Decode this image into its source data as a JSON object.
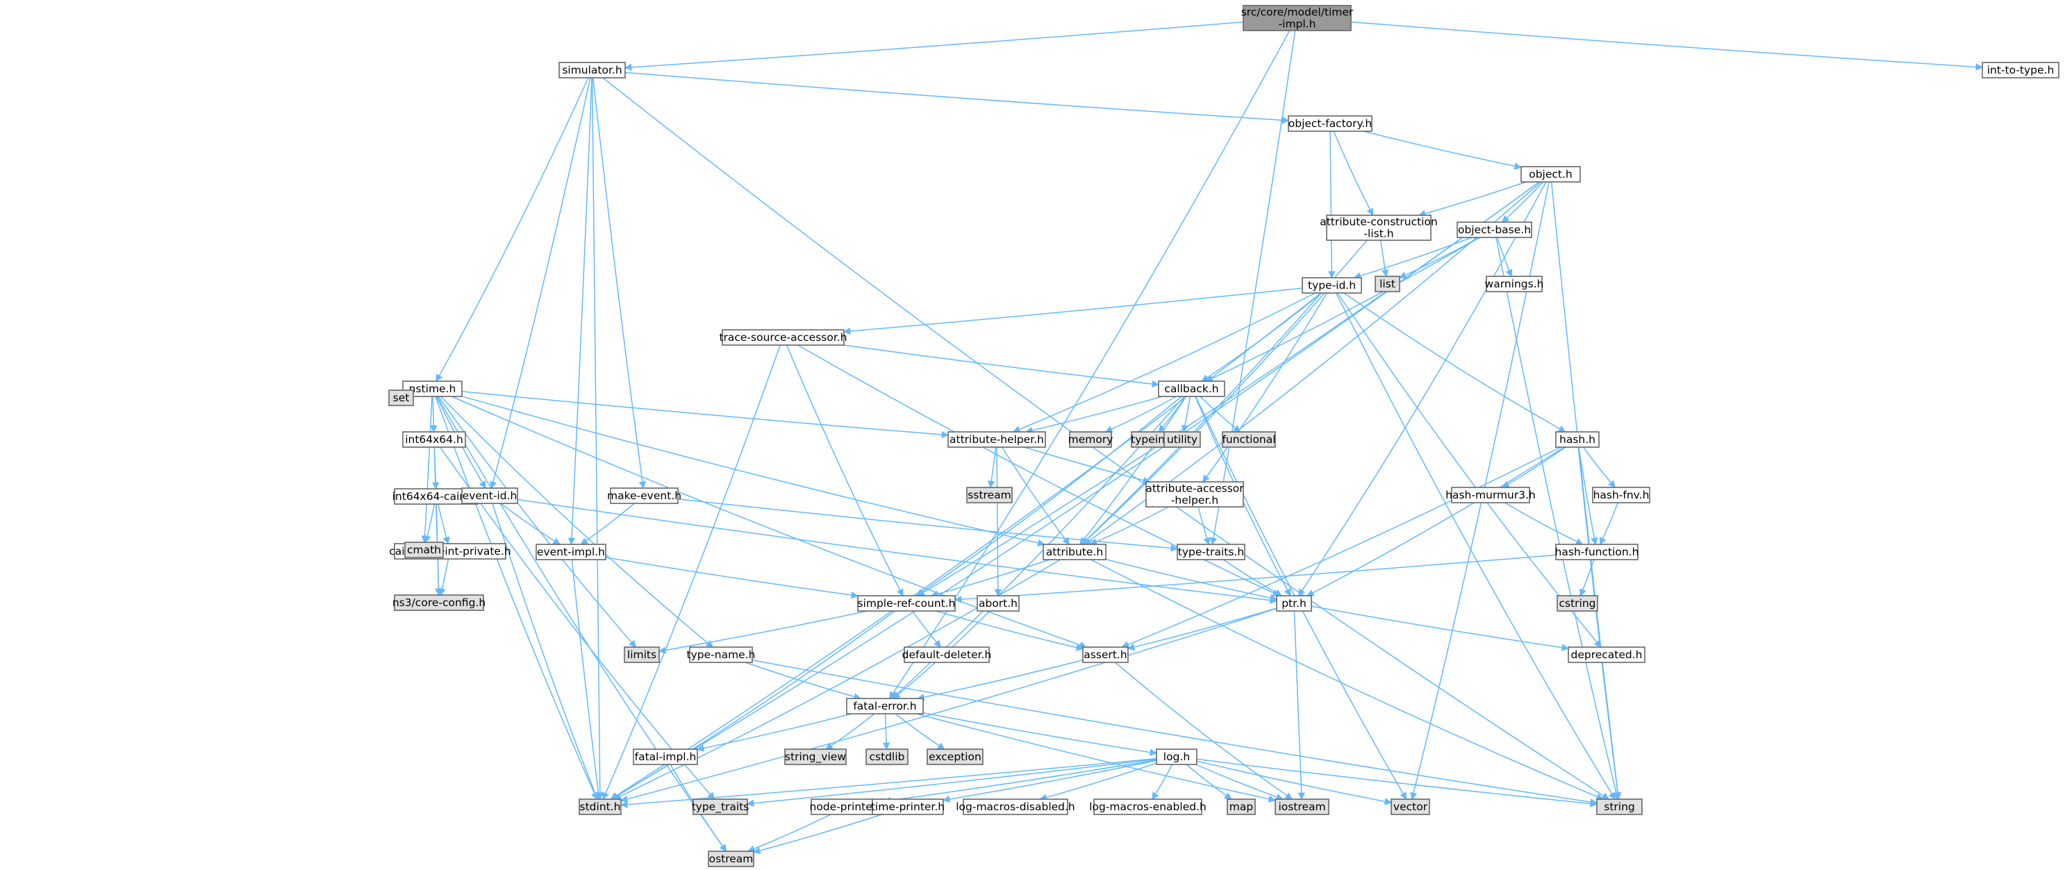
{
  "colors": {
    "edge": "#63b8ff",
    "node_border": "#666666",
    "node_fill": "#ffffff",
    "external_fill": "#e0e0e0",
    "root_fill": "#999999",
    "text": "#000000"
  },
  "nodes": [
    {
      "id": "root",
      "lines": [
        "src/core/model/timer",
        "-impl.h"
      ],
      "kind": "root"
    },
    {
      "id": "simulator",
      "lines": [
        "simulator.h"
      ],
      "kind": "file"
    },
    {
      "id": "inttotype",
      "lines": [
        "int-to-type.h"
      ],
      "kind": "file"
    },
    {
      "id": "objectfactory",
      "lines": [
        "object-factory.h"
      ],
      "kind": "file"
    },
    {
      "id": "object",
      "lines": [
        "object.h"
      ],
      "kind": "file"
    },
    {
      "id": "attrconstr",
      "lines": [
        "attribute-construction",
        "-list.h"
      ],
      "kind": "file"
    },
    {
      "id": "objectbase",
      "lines": [
        "object-base.h"
      ],
      "kind": "file"
    },
    {
      "id": "list",
      "lines": [
        "list"
      ],
      "kind": "system"
    },
    {
      "id": "warnings",
      "lines": [
        "warnings.h"
      ],
      "kind": "file"
    },
    {
      "id": "typeid",
      "lines": [
        "type-id.h"
      ],
      "kind": "file"
    },
    {
      "id": "tracesrc",
      "lines": [
        "trace-source-accessor.h"
      ],
      "kind": "file"
    },
    {
      "id": "callback",
      "lines": [
        "callback.h"
      ],
      "kind": "file"
    },
    {
      "id": "nstime",
      "lines": [
        "nstime.h"
      ],
      "kind": "file"
    },
    {
      "id": "set",
      "lines": [
        "set"
      ],
      "kind": "system"
    },
    {
      "id": "int64x64",
      "lines": [
        "int64x64.h"
      ],
      "kind": "file"
    },
    {
      "id": "int64cairo",
      "lines": [
        "int64x64-cairo.h"
      ],
      "kind": "file"
    },
    {
      "id": "cairowide",
      "lines": [
        "cairo-wideint-private.h"
      ],
      "kind": "file"
    },
    {
      "id": "coreconfig",
      "lines": [
        "ns3/core-config.h"
      ],
      "kind": "system"
    },
    {
      "id": "cmath",
      "lines": [
        "cmath"
      ],
      "kind": "system"
    },
    {
      "id": "eventid",
      "lines": [
        "event-id.h"
      ],
      "kind": "file"
    },
    {
      "id": "eventimpl",
      "lines": [
        "event-impl.h"
      ],
      "kind": "file"
    },
    {
      "id": "makeevent",
      "lines": [
        "make-event.h"
      ],
      "kind": "file"
    },
    {
      "id": "attrhelper",
      "lines": [
        "attribute-helper.h"
      ],
      "kind": "file"
    },
    {
      "id": "sstream",
      "lines": [
        "sstream"
      ],
      "kind": "system"
    },
    {
      "id": "memory",
      "lines": [
        "memory"
      ],
      "kind": "system"
    },
    {
      "id": "typeinfo",
      "lines": [
        "typeinfo"
      ],
      "kind": "system"
    },
    {
      "id": "utility",
      "lines": [
        "utility"
      ],
      "kind": "system"
    },
    {
      "id": "functional",
      "lines": [
        "functional"
      ],
      "kind": "system"
    },
    {
      "id": "attraccessor",
      "lines": [
        "attribute-accessor",
        "-helper.h"
      ],
      "kind": "file"
    },
    {
      "id": "attribute",
      "lines": [
        "attribute.h"
      ],
      "kind": "file"
    },
    {
      "id": "typetraits",
      "lines": [
        "type-traits.h"
      ],
      "kind": "file"
    },
    {
      "id": "hash",
      "lines": [
        "hash.h"
      ],
      "kind": "file"
    },
    {
      "id": "hashmurmur",
      "lines": [
        "hash-murmur3.h"
      ],
      "kind": "file"
    },
    {
      "id": "hashfnv",
      "lines": [
        "hash-fnv.h"
      ],
      "kind": "file"
    },
    {
      "id": "hashfunc",
      "lines": [
        "hash-function.h"
      ],
      "kind": "file"
    },
    {
      "id": "cstring",
      "lines": [
        "cstring"
      ],
      "kind": "system"
    },
    {
      "id": "abort",
      "lines": [
        "abort.h"
      ],
      "kind": "file"
    },
    {
      "id": "simplerefcount",
      "lines": [
        "simple-ref-count.h"
      ],
      "kind": "file"
    },
    {
      "id": "ptr",
      "lines": [
        "ptr.h"
      ],
      "kind": "file"
    },
    {
      "id": "limits",
      "lines": [
        "limits"
      ],
      "kind": "system"
    },
    {
      "id": "defaultdeleter",
      "lines": [
        "default-deleter.h"
      ],
      "kind": "file"
    },
    {
      "id": "typename",
      "lines": [
        "type-name.h"
      ],
      "kind": "file"
    },
    {
      "id": "assert",
      "lines": [
        "assert.h"
      ],
      "kind": "file"
    },
    {
      "id": "deprecated",
      "lines": [
        "deprecated.h"
      ],
      "kind": "file"
    },
    {
      "id": "fatalerror",
      "lines": [
        "fatal-error.h"
      ],
      "kind": "file"
    },
    {
      "id": "stringview",
      "lines": [
        "string_view"
      ],
      "kind": "system"
    },
    {
      "id": "cstdlib",
      "lines": [
        "cstdlib"
      ],
      "kind": "system"
    },
    {
      "id": "exception",
      "lines": [
        "exception"
      ],
      "kind": "system"
    },
    {
      "id": "fatalimpl",
      "lines": [
        "fatal-impl.h"
      ],
      "kind": "file"
    },
    {
      "id": "log",
      "lines": [
        "log.h"
      ],
      "kind": "file"
    },
    {
      "id": "stdint",
      "lines": [
        "stdint.h"
      ],
      "kind": "system"
    },
    {
      "id": "typetraitsstd",
      "lines": [
        "type_traits"
      ],
      "kind": "system"
    },
    {
      "id": "nodeprinter",
      "lines": [
        "node-printer.h"
      ],
      "kind": "file"
    },
    {
      "id": "timeprinter",
      "lines": [
        "time-printer.h"
      ],
      "kind": "file"
    },
    {
      "id": "logmacrosdis",
      "lines": [
        "log-macros-disabled.h"
      ],
      "kind": "file"
    },
    {
      "id": "logmacrosen",
      "lines": [
        "log-macros-enabled.h"
      ],
      "kind": "file"
    },
    {
      "id": "map",
      "lines": [
        "map"
      ],
      "kind": "system"
    },
    {
      "id": "iostream",
      "lines": [
        "iostream"
      ],
      "kind": "system"
    },
    {
      "id": "vector",
      "lines": [
        "vector"
      ],
      "kind": "system"
    },
    {
      "id": "string",
      "lines": [
        "string"
      ],
      "kind": "system"
    },
    {
      "id": "ostream",
      "lines": [
        "ostream"
      ],
      "kind": "system"
    }
  ],
  "edges": [
    [
      "root",
      "simulator"
    ],
    [
      "root",
      "inttotype"
    ],
    [
      "root",
      "fatalerror"
    ],
    [
      "root",
      "typetraits"
    ],
    [
      "simulator",
      "objectfactory"
    ],
    [
      "simulator",
      "nstime"
    ],
    [
      "simulator",
      "eventid"
    ],
    [
      "simulator",
      "eventimpl"
    ],
    [
      "simulator",
      "makeevent"
    ],
    [
      "simulator",
      "stdint"
    ],
    [
      "simulator",
      "string"
    ],
    [
      "objectfactory",
      "object"
    ],
    [
      "objectfactory",
      "attrconstr"
    ],
    [
      "objectfactory",
      "typeid"
    ],
    [
      "object",
      "attrconstr"
    ],
    [
      "object",
      "objectbase"
    ],
    [
      "object",
      "attribute"
    ],
    [
      "object",
      "ptr"
    ],
    [
      "object",
      "simplerefcount"
    ],
    [
      "object",
      "stdint"
    ],
    [
      "object",
      "string"
    ],
    [
      "object",
      "vector"
    ],
    [
      "attrconstr",
      "attribute"
    ],
    [
      "attrconstr",
      "list"
    ],
    [
      "objectbase",
      "typeid"
    ],
    [
      "objectbase",
      "callback"
    ],
    [
      "objectbase",
      "warnings"
    ],
    [
      "objectbase",
      "list"
    ],
    [
      "objectbase",
      "string"
    ],
    [
      "typeid",
      "tracesrc"
    ],
    [
      "typeid",
      "callback"
    ],
    [
      "typeid",
      "attrhelper"
    ],
    [
      "typeid",
      "attraccessor"
    ],
    [
      "typeid",
      "attribute"
    ],
    [
      "typeid",
      "hash"
    ],
    [
      "typeid",
      "deprecated"
    ],
    [
      "typeid",
      "stdint"
    ],
    [
      "typeid",
      "string"
    ],
    [
      "tracesrc",
      "callback"
    ],
    [
      "tracesrc",
      "ptr"
    ],
    [
      "tracesrc",
      "simplerefcount"
    ],
    [
      "tracesrc",
      "stdint"
    ],
    [
      "callback",
      "attrhelper"
    ],
    [
      "callback",
      "attribute"
    ],
    [
      "callback",
      "fatalerror"
    ],
    [
      "callback",
      "ptr"
    ],
    [
      "callback",
      "simplerefcount"
    ],
    [
      "callback",
      "memory"
    ],
    [
      "callback",
      "typeinfo"
    ],
    [
      "callback",
      "utility"
    ],
    [
      "callback",
      "functional"
    ],
    [
      "callback",
      "vector"
    ],
    [
      "nstime",
      "int64x64"
    ],
    [
      "nstime",
      "set"
    ],
    [
      "nstime",
      "cmath"
    ],
    [
      "nstime",
      "eventid"
    ],
    [
      "nstime",
      "attrhelper"
    ],
    [
      "nstime",
      "attribute"
    ],
    [
      "nstime",
      "typename"
    ],
    [
      "nstime",
      "assert"
    ],
    [
      "nstime",
      "limits"
    ],
    [
      "nstime",
      "stdint"
    ],
    [
      "nstime",
      "ostream"
    ],
    [
      "int64x64",
      "int64cairo"
    ],
    [
      "int64x64",
      "coreconfig"
    ],
    [
      "int64x64",
      "typetraitsstd"
    ],
    [
      "int64cairo",
      "cairowide"
    ],
    [
      "int64cairo",
      "coreconfig"
    ],
    [
      "int64cairo",
      "cmath"
    ],
    [
      "cairowide",
      "coreconfig"
    ],
    [
      "eventid",
      "eventimpl"
    ],
    [
      "eventid",
      "ptr"
    ],
    [
      "eventid",
      "stdint"
    ],
    [
      "eventimpl",
      "simplerefcount"
    ],
    [
      "eventimpl",
      "stdint"
    ],
    [
      "makeevent",
      "eventimpl"
    ],
    [
      "makeevent",
      "typetraits"
    ],
    [
      "attrhelper",
      "attraccessor"
    ],
    [
      "attrhelper",
      "attribute"
    ],
    [
      "attrhelper",
      "abort"
    ],
    [
      "attrhelper",
      "sstream"
    ],
    [
      "attraccessor",
      "attribute"
    ],
    [
      "attraccessor",
      "typetraits"
    ],
    [
      "attribute",
      "simplerefcount"
    ],
    [
      "attribute",
      "ptr"
    ],
    [
      "attribute",
      "string"
    ],
    [
      "attribute",
      "stdint"
    ],
    [
      "typetraits",
      "ptr"
    ],
    [
      "hash",
      "hashmurmur"
    ],
    [
      "hash",
      "hashfnv"
    ],
    [
      "hash",
      "hashfunc"
    ],
    [
      "hash",
      "assert"
    ],
    [
      "hash",
      "ptr"
    ],
    [
      "hash",
      "string"
    ],
    [
      "hashmurmur",
      "hashfunc"
    ],
    [
      "hashfnv",
      "hashfunc"
    ],
    [
      "hashfunc",
      "simplerefcount"
    ],
    [
      "hashfunc",
      "cstring"
    ],
    [
      "abort",
      "fatalerror"
    ],
    [
      "simplerefcount",
      "assert"
    ],
    [
      "simplerefcount",
      "defaultdeleter"
    ],
    [
      "simplerefcount",
      "limits"
    ],
    [
      "simplerefcount",
      "stdint"
    ],
    [
      "ptr",
      "assert"
    ],
    [
      "ptr",
      "deprecated"
    ],
    [
      "ptr",
      "iostream"
    ],
    [
      "ptr",
      "stdint"
    ],
    [
      "typename",
      "fatalerror"
    ],
    [
      "typename",
      "string"
    ],
    [
      "assert",
      "fatalerror"
    ],
    [
      "assert",
      "iostream"
    ],
    [
      "fatalerror",
      "fatalimpl"
    ],
    [
      "fatalerror",
      "log"
    ],
    [
      "fatalerror",
      "stringview"
    ],
    [
      "fatalerror",
      "cstdlib"
    ],
    [
      "fatalerror",
      "exception"
    ],
    [
      "fatalerror",
      "iostream"
    ],
    [
      "fatalimpl",
      "ostream"
    ],
    [
      "log",
      "stdint"
    ],
    [
      "log",
      "typetraitsstd"
    ],
    [
      "log",
      "nodeprinter"
    ],
    [
      "log",
      "timeprinter"
    ],
    [
      "log",
      "logmacrosdis"
    ],
    [
      "log",
      "logmacrosen"
    ],
    [
      "log",
      "map"
    ],
    [
      "log",
      "iostream"
    ],
    [
      "log",
      "vector"
    ],
    [
      "log",
      "string"
    ],
    [
      "nodeprinter",
      "ostream"
    ],
    [
      "timeprinter",
      "ostream"
    ]
  ]
}
